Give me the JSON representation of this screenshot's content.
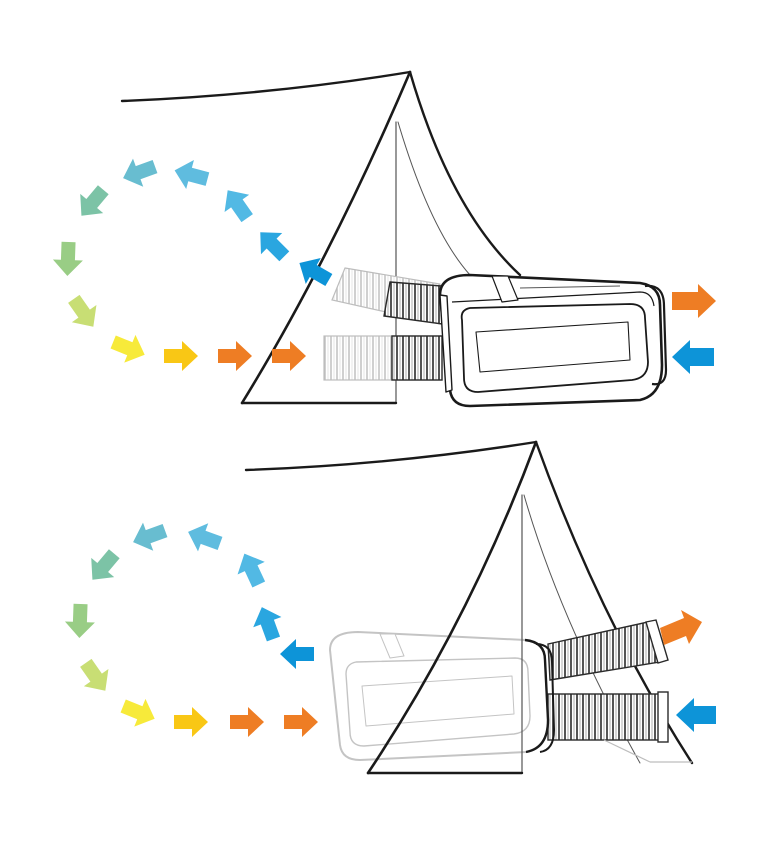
{
  "colors": {
    "hot": "#ee7d24",
    "cold": "#0d94d8",
    "arrow_loop_gradient": [
      "#0d94d8",
      "#2aa6e0",
      "#52b9e4",
      "#5fbcdf",
      "#68bdd0",
      "#7cc3a6",
      "#99cd85",
      "#c8de74",
      "#f7ea3a",
      "#f9c715",
      "#ee7d24"
    ],
    "line": "#1a1a1a",
    "faded_line": "#c4c4c4"
  },
  "panels": [
    {
      "name": "exterior-unit-config",
      "unit_side": "outside",
      "hoses": "through-wall-to-inside"
    },
    {
      "name": "interior-unit-config",
      "unit_side": "inside",
      "hoses": "through-wall-to-outside"
    }
  ],
  "icons": [
    "tent-icon",
    "air-conditioner-icon",
    "hose-icon",
    "airflow-arrow-icon"
  ]
}
